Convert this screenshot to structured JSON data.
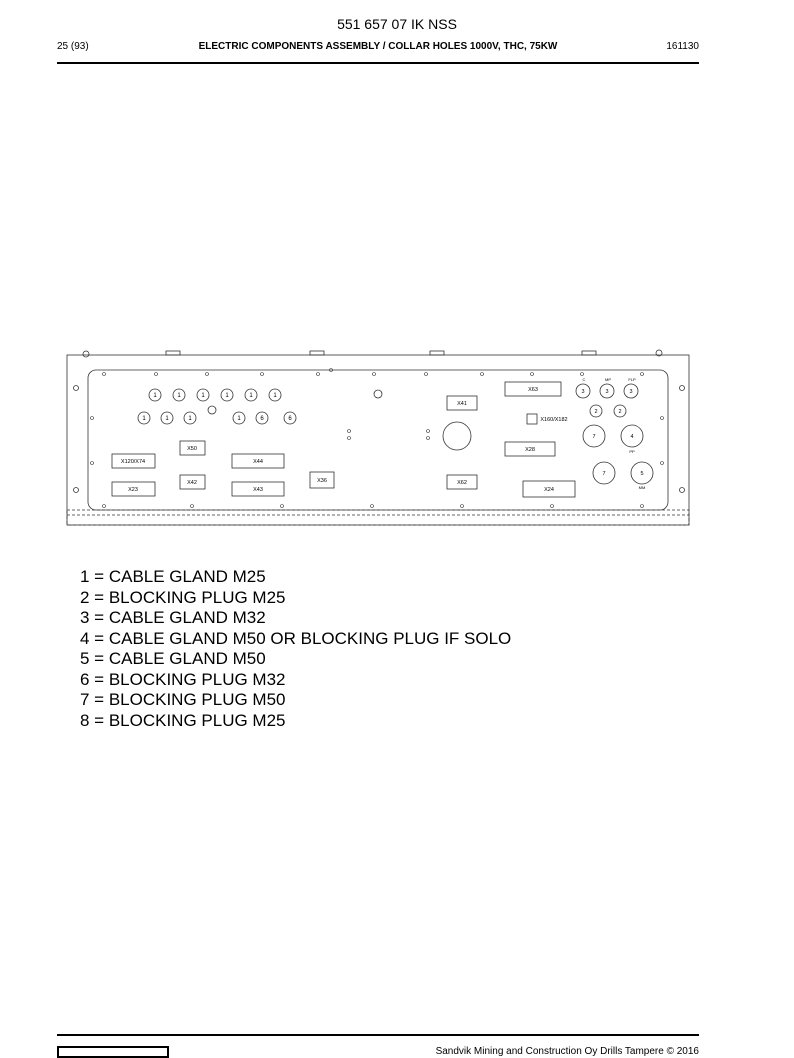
{
  "header": {
    "doc_number": "551 657 07 IK NSS",
    "page": "25 (93)",
    "title": "ELECTRIC COMPONENTS ASSEMBLY / COLLAR HOLES 1000V, THC, 75KW",
    "date": "161130"
  },
  "drawing": {
    "connectors": {
      "x63": "X63",
      "x41": "X41",
      "x160": "X160/X182",
      "x28": "X28",
      "x62": "X62",
      "x24": "X24",
      "x50": "X50",
      "x120": "X120/X74",
      "x44": "X44",
      "x42": "X42",
      "x23": "X23",
      "x43": "X43",
      "x36": "X36"
    },
    "hole_labels": {
      "top_c": "C",
      "top_mp": "MP",
      "top_flp": "FLP",
      "pp": "PP",
      "mm": "MM"
    },
    "holes": {
      "n1": "1",
      "n2": "2",
      "n3": "3",
      "n4": "4",
      "n5": "5",
      "n6": "6",
      "n7": "7"
    }
  },
  "legend": [
    "1 = CABLE GLAND M25",
    "2 = BLOCKING PLUG M25",
    "3 = CABLE GLAND M32",
    "4 = CABLE GLAND M50 OR BLOCKING PLUG IF SOLO",
    "5 = CABLE GLAND M50",
    "6 = BLOCKING PLUG M32",
    "7 = BLOCKING PLUG M50",
    "8 = BLOCKING PLUG M25"
  ],
  "footer": {
    "copyright": "Sandvik Mining and Construction Oy Drills Tampere © 2016"
  }
}
